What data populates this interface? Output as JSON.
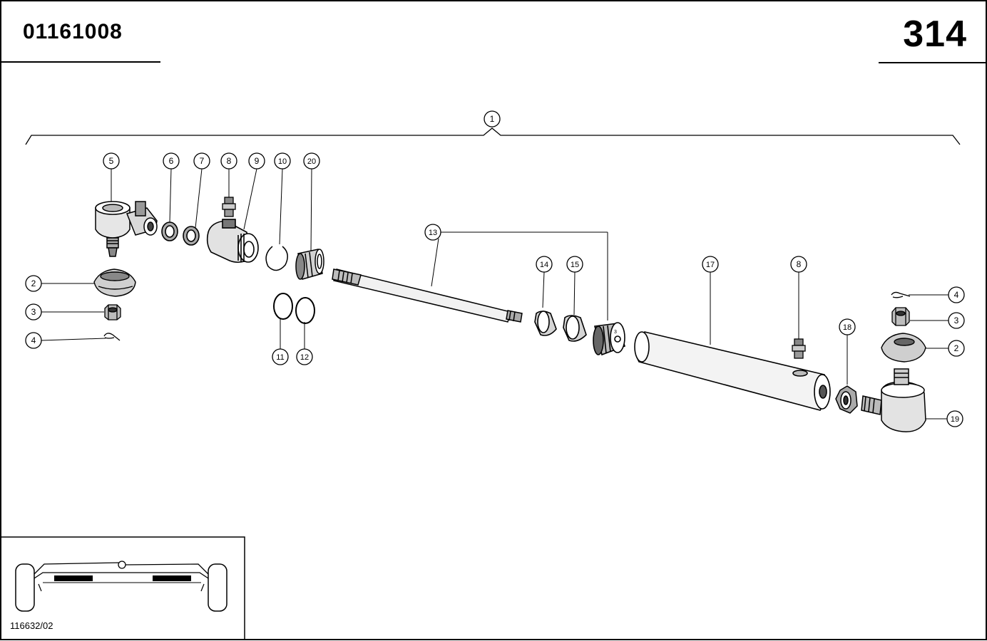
{
  "header": {
    "part_number": "01161008",
    "page_number": "314"
  },
  "inset": {
    "reference": "116632/02"
  },
  "callouts": {
    "c1": "1",
    "c2": "2",
    "c3": "3",
    "c4": "4",
    "c5": "5",
    "c6": "6",
    "c7": "7",
    "c8": "8",
    "c9": "9",
    "c10": "10",
    "c11": "11",
    "c12": "12",
    "c13": "13",
    "c14": "14",
    "c15": "15",
    "c17": "17",
    "c18": "18",
    "c19": "19",
    "c20": "20"
  },
  "thread_mark": "3"
}
